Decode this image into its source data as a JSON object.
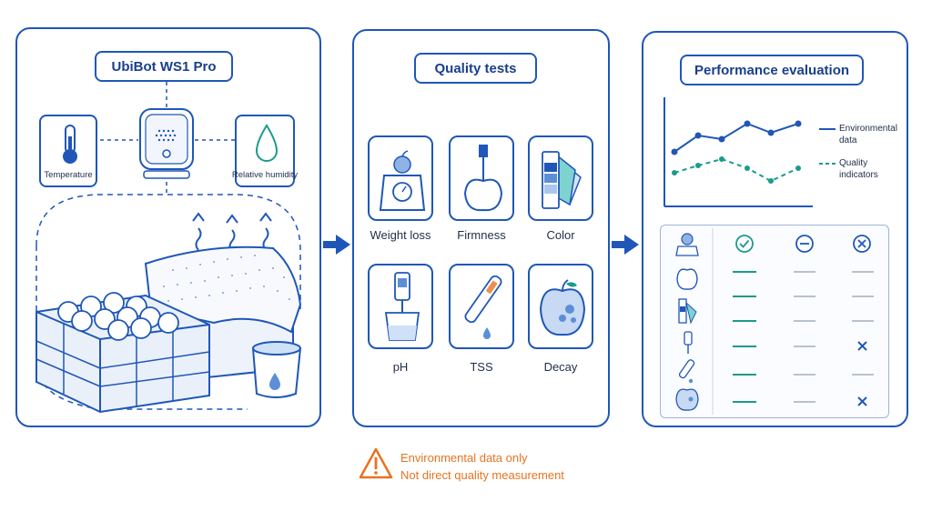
{
  "colors": {
    "primary": "#1f57b8",
    "teal": "#1c9a8e",
    "gray": "#b8c1cf",
    "warning": "#e8731f"
  },
  "panel1": {
    "title": "UbiBot WS1 Pro",
    "sensors": [
      {
        "label": "Temperature",
        "icon": "thermometer-icon"
      },
      {
        "label": "Relative humidity",
        "icon": "water-drop-icon"
      }
    ]
  },
  "panel2": {
    "title": "Quality tests",
    "tests": [
      {
        "label": "Weight loss",
        "icon": "scale-icon"
      },
      {
        "label": "Firmness",
        "icon": "penetrometer-icon"
      },
      {
        "label": "Color",
        "icon": "color-swatch-icon"
      },
      {
        "label": "pH",
        "icon": "ph-meter-icon"
      },
      {
        "label": "TSS",
        "icon": "refractometer-icon"
      },
      {
        "label": "Decay",
        "icon": "decayed-apple-icon"
      }
    ]
  },
  "panel3": {
    "title": "Performance evaluation",
    "legend": [
      {
        "label": "Environmental data",
        "style": "solid"
      },
      {
        "label": "Quality indicators",
        "style": "dashed"
      }
    ],
    "table_header_icons": [
      "check-circle-icon",
      "minus-circle-icon",
      "x-circle-icon"
    ],
    "table_rows": [
      {
        "icon": "apple-icon",
        "marks": [
          "teal-dash",
          "gray-dash",
          "gray-dash"
        ]
      },
      {
        "icon": "color-swatch-icon",
        "marks": [
          "teal-dash",
          "gray-dash",
          "gray-dash"
        ]
      },
      {
        "icon": "ph-meter-icon",
        "marks": [
          "teal-dash",
          "gray-dash",
          "x"
        ]
      },
      {
        "icon": "refractometer-icon",
        "marks": [
          "teal-dash",
          "gray-dash",
          "gray-dash"
        ]
      },
      {
        "icon": "decayed-apple-icon",
        "marks": [
          "teal-dash",
          "gray-dash",
          "x"
        ]
      }
    ]
  },
  "warning": {
    "line1": "Environmental data only",
    "line2": "Not direct quality measurement"
  }
}
